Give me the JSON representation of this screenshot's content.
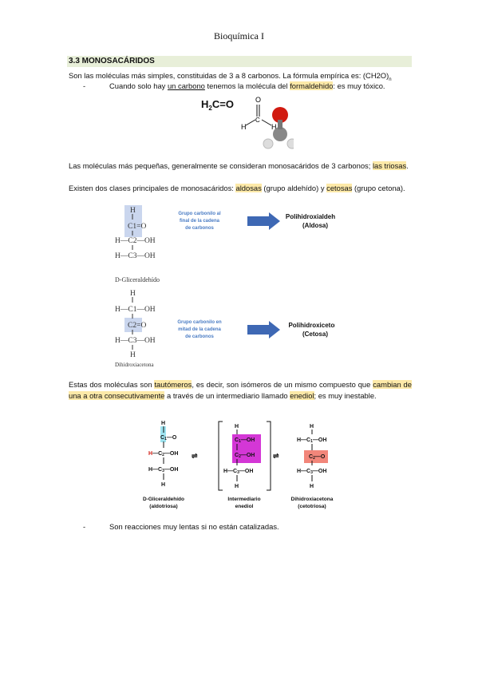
{
  "header": {
    "title": "Bioquímica I"
  },
  "section": {
    "title": "3.3 MONOSACÁRIDOS"
  },
  "intro": {
    "text": "Son las moléculas más simples, constituidas de 3 a 8 carbonos. La fórmula empírica es: (CH2O)",
    "sub": "n"
  },
  "bullet1": {
    "dash": "-",
    "pre": "Cuando solo hay ",
    "carbon": "un carbono",
    "mid": " tenemos la molécula del ",
    "formal": "formaldehido",
    "post": ": es muy tóxico."
  },
  "formaldehyde": {
    "formula_h": "H",
    "formula_2": "2",
    "formula_rest": "C=O",
    "o": "O",
    "c": "C",
    "h1": "H",
    "h2": "H"
  },
  "para2": {
    "pre": "Las moléculas más pequeñas, generalmente se consideran monosacáridos de 3 carbonos; ",
    "triosas": "las triosas",
    "post": "."
  },
  "para3": {
    "pre": "Existen dos clases principales de monosacáridos: ",
    "aldosas": "aldosas",
    "mid": " (grupo aldehído) y ",
    "cetosas": "cetosas",
    "post": " (grupo cetona)."
  },
  "aldose": {
    "atoms": [
      "H",
      "C1=O",
      "H—C2—OH",
      "H—C3—OH"
    ],
    "name": "D-Gliceraldehído",
    "note": [
      "Grupo carbonilo al",
      "final de la cadena",
      "de carbonos"
    ],
    "result": [
      "Polihidroxialdehído",
      "(Aldosa)"
    ]
  },
  "ketose": {
    "atoms": [
      "H",
      "H—C1—OH",
      "C2=O",
      "H—C3—OH",
      "H"
    ],
    "name": "Dihidroxiacetona",
    "note": [
      "Grupo carbonilo en",
      "mitad de la cadena",
      "de carbonos"
    ],
    "result": [
      "Polihidroxicetona",
      "(Cetosa)"
    ]
  },
  "para4": {
    "pre": "Estas dos moléculas son ",
    "taut": "tautómeros",
    "mid": ", es decir, son isómeros de un mismo compuesto que ",
    "cambian": "cambian de una a otra consecutivamente",
    "mid2": " a través de un intermediario llamado ",
    "enediol": "enediol",
    "post": "; es muy inestable."
  },
  "tautomer": {
    "labels": [
      [
        "D-Gliceraldehído",
        "(aldotriosa)"
      ],
      [
        "Intermediario",
        "enediol"
      ],
      [
        "Dihidroxiacetona",
        "(cetotriosa)"
      ]
    ]
  },
  "bullet2": {
    "dash": "-",
    "text": "Son reacciones muy lentas si no están catalizadas."
  },
  "colors": {
    "highlight": "#fde9a8",
    "section_bg": "#e8efd9",
    "arrow": "#3e68b4",
    "blue_text": "#4a7cc4"
  }
}
